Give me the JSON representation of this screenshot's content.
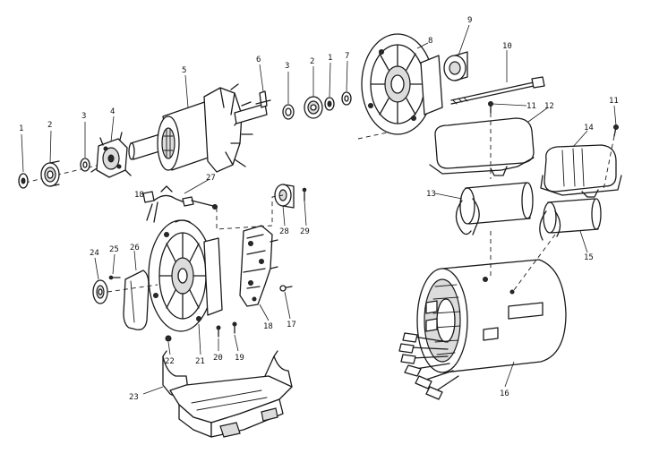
{
  "diagram": {
    "callouts": [
      {
        "id": "c1a",
        "label": "1"
      },
      {
        "id": "c2a",
        "label": "2"
      },
      {
        "id": "c3a",
        "label": "3"
      },
      {
        "id": "c4",
        "label": "4"
      },
      {
        "id": "c5",
        "label": "5"
      },
      {
        "id": "c6",
        "label": "6"
      },
      {
        "id": "c3b",
        "label": "3"
      },
      {
        "id": "c2b",
        "label": "2"
      },
      {
        "id": "c1b",
        "label": "1"
      },
      {
        "id": "c7",
        "label": "7"
      },
      {
        "id": "c8",
        "label": "8"
      },
      {
        "id": "c9",
        "label": "9"
      },
      {
        "id": "c10",
        "label": "10"
      },
      {
        "id": "c11a",
        "label": "11"
      },
      {
        "id": "c12",
        "label": "12"
      },
      {
        "id": "c11b",
        "label": "11"
      },
      {
        "id": "c14",
        "label": "14"
      },
      {
        "id": "c13",
        "label": "13"
      },
      {
        "id": "c15",
        "label": "15"
      },
      {
        "id": "c16",
        "label": "16"
      },
      {
        "id": "c27",
        "label": "27"
      },
      {
        "id": "c18a",
        "label": "18"
      },
      {
        "id": "c28",
        "label": "28"
      },
      {
        "id": "c29",
        "label": "29"
      },
      {
        "id": "c24",
        "label": "24"
      },
      {
        "id": "c25",
        "label": "25"
      },
      {
        "id": "c26",
        "label": "26"
      },
      {
        "id": "c18b",
        "label": "18"
      },
      {
        "id": "c17",
        "label": "17"
      },
      {
        "id": "c22",
        "label": "22"
      },
      {
        "id": "c21",
        "label": "21"
      },
      {
        "id": "c20",
        "label": "20"
      },
      {
        "id": "c19",
        "label": "19"
      },
      {
        "id": "c23",
        "label": "23"
      }
    ]
  }
}
